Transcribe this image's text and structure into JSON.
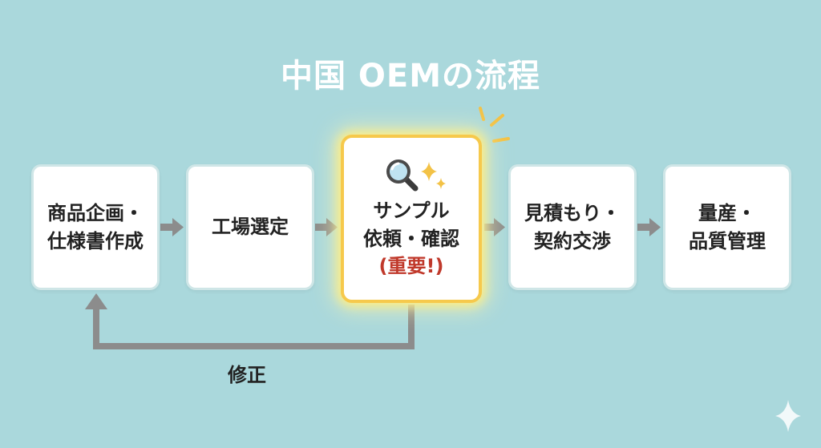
{
  "title": "中国 OEMの流程",
  "steps": [
    {
      "line1": "商品企画・",
      "line2": "仕様書作成"
    },
    {
      "line1": "工場選定"
    },
    {
      "line1": "サンプル",
      "line2": "依頼・確認",
      "note": "(重要!)"
    },
    {
      "line1": "見積もり・",
      "line2": "契約交渉"
    },
    {
      "line1": "量産・",
      "line2": "品質管理"
    }
  ],
  "feedback_label": "修正",
  "colors": {
    "background": "#aad8dc",
    "highlight": "#f6c94c",
    "arrow": "#8c8c8c",
    "emphasis": "#c0392b"
  },
  "icons": [
    "magnifier-icon",
    "sparkle-icon",
    "burst-lines-icon",
    "gemini-star-icon"
  ]
}
